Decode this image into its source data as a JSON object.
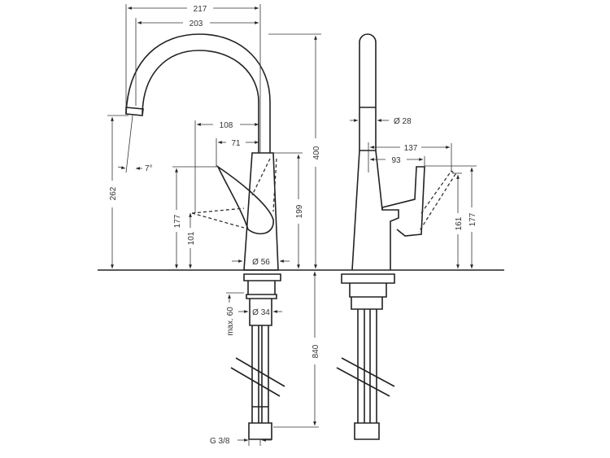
{
  "drawing": {
    "front_view": {
      "width_total": "217",
      "width_spout": "203",
      "height_total": "400",
      "height_body": "199",
      "height_spout_outlet": "262",
      "lever_height": "177",
      "lever_lower_height": "101",
      "lever_reach": "108",
      "lever_reach_short": "71",
      "spout_angle": "7°",
      "base_diameter": "Ø 56",
      "shank_diameter": "Ø 34",
      "max_deck_thickness": "max. 60",
      "hose_length": "840",
      "hose_connection": "G 3/8"
    },
    "side_view": {
      "spout_diameter": "Ø 28",
      "lever_reach_open": "137",
      "lever_reach": "93",
      "lever_height": "177",
      "lever_height_open": "161"
    }
  }
}
